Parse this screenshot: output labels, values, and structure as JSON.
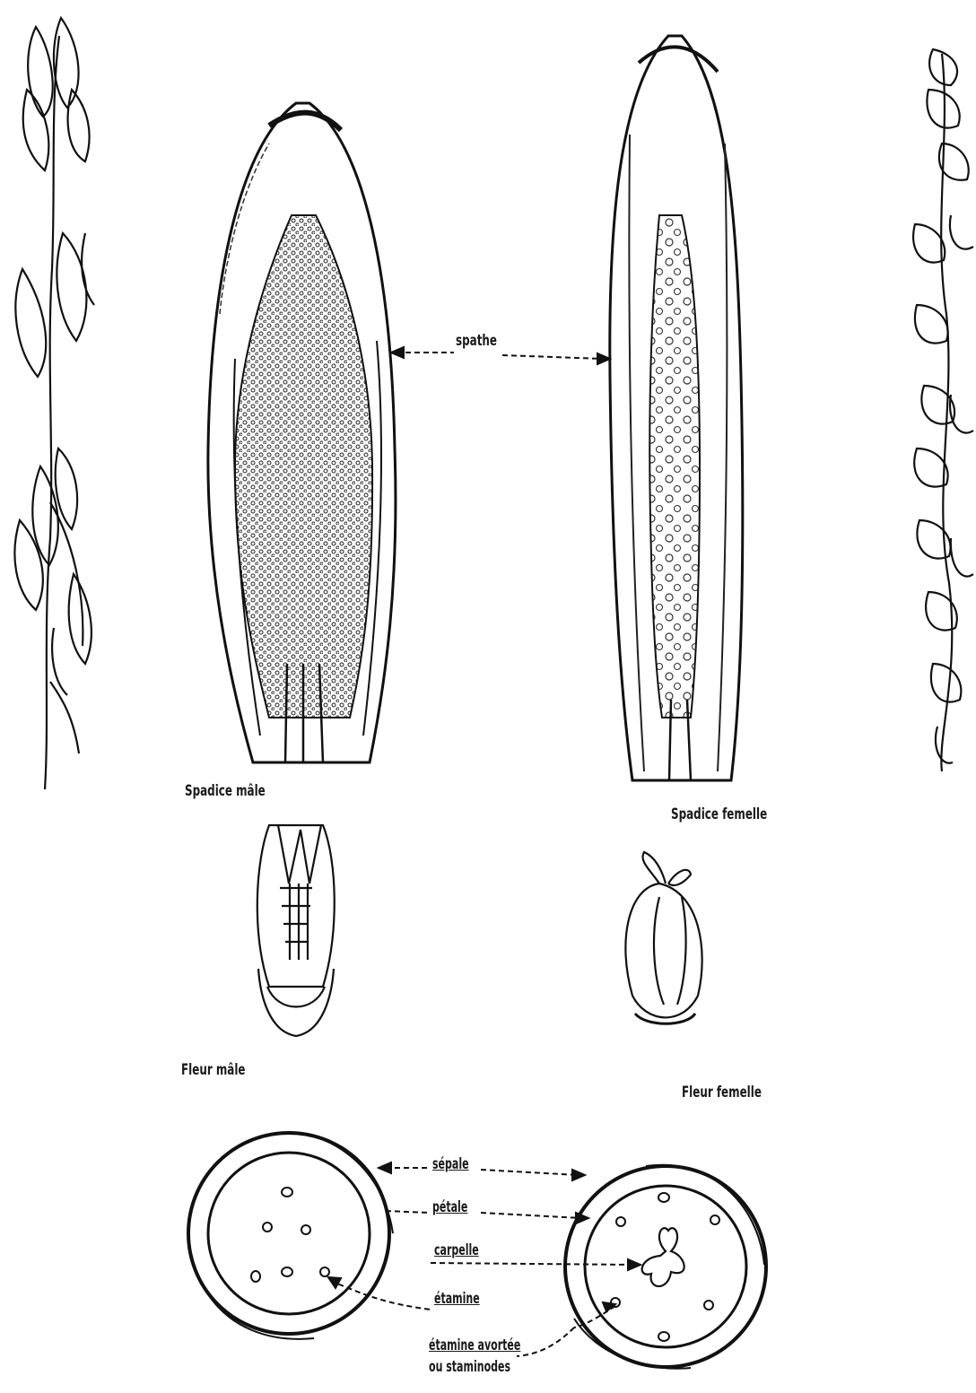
{
  "labels": {
    "spathe": "spathe",
    "spadice_male": "Spadice mâle",
    "spadice_female": "Spadice femelle",
    "fleur_male": "Fleur mâle",
    "fleur_female": "Fleur femelle"
  },
  "floral_diagram": {
    "sepale": "sépale",
    "petale": "pétale",
    "carpelle": "carpelle",
    "etamine": "étamine",
    "etamine_avortee_1": "étamine avortée",
    "etamine_avortee_2": "ou staminodes"
  }
}
